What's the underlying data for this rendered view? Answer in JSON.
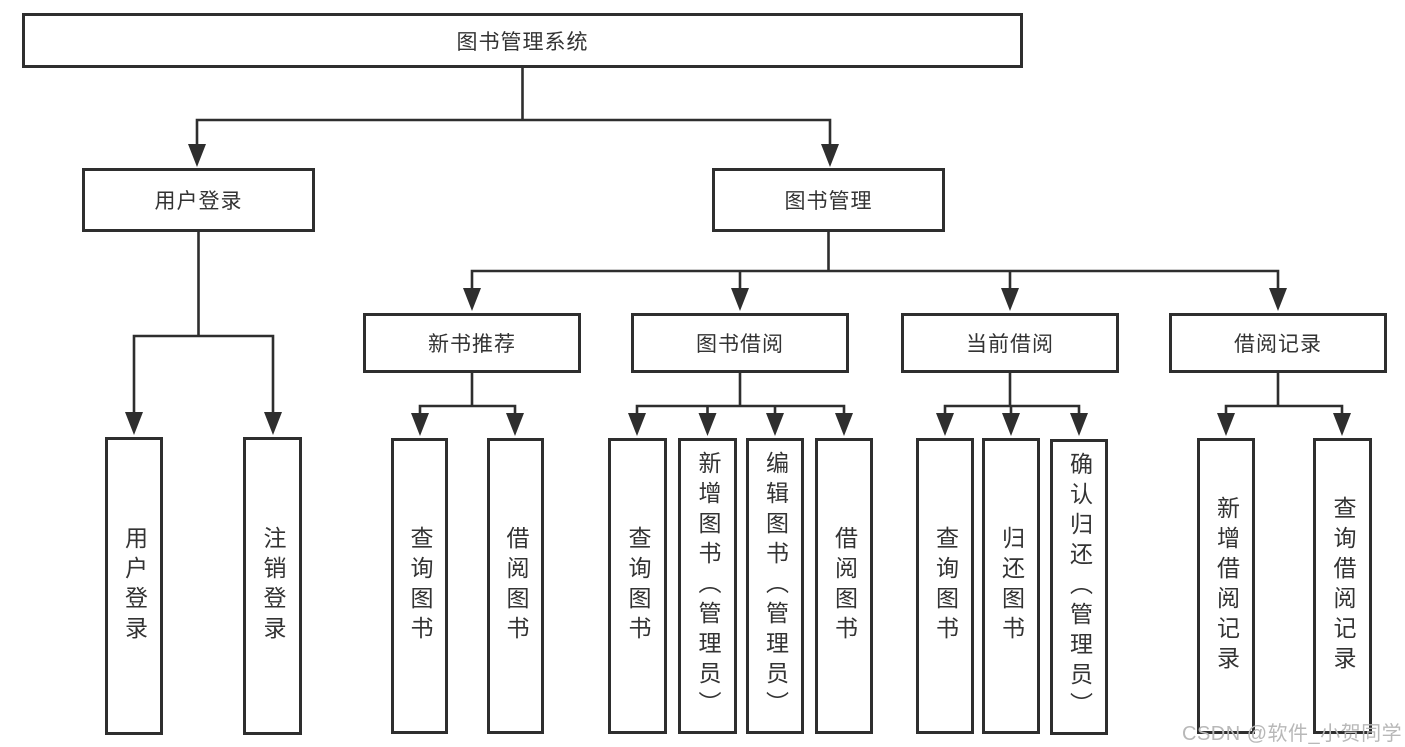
{
  "tree": {
    "root": {
      "label": "图书管理系统",
      "children": [
        {
          "label": "用户登录",
          "children": [
            {
              "label": "用户登录"
            },
            {
              "label": "注销登录"
            }
          ]
        },
        {
          "label": "图书管理",
          "children": [
            {
              "label": "新书推荐",
              "children": [
                {
                  "label": "查询图书"
                },
                {
                  "label": "借阅图书"
                }
              ]
            },
            {
              "label": "图书借阅",
              "children": [
                {
                  "label": "查询图书"
                },
                {
                  "label": "新增图书（管理员）"
                },
                {
                  "label": "编辑图书（管理员）"
                },
                {
                  "label": "借阅图书"
                }
              ]
            },
            {
              "label": "当前借阅",
              "children": [
                {
                  "label": "查询图书"
                },
                {
                  "label": "归还图书"
                },
                {
                  "label": "确认归还（管理员）"
                }
              ]
            },
            {
              "label": "借阅记录",
              "children": [
                {
                  "label": "新增借阅记录"
                },
                {
                  "label": "查询借阅记录"
                }
              ]
            }
          ]
        }
      ]
    }
  },
  "watermark": {
    "text": "CSDN @软件_小贺同学"
  },
  "colors": {
    "line": "#2e2e2e",
    "text": "#333333",
    "watermark": "#b8b8b8",
    "background": "#ffffff"
  }
}
